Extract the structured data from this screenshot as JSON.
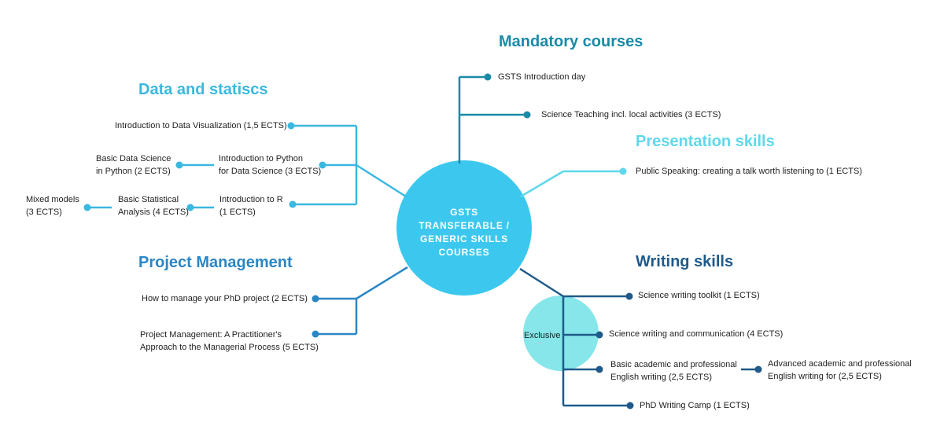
{
  "center": {
    "label_lines": [
      "GSTS",
      "TRANSFERABLE /",
      "GENERIC SKILLS",
      "COURSES"
    ]
  },
  "colors": {
    "center_circle": "#3cc8ee",
    "mandatory": "#1a8aa8",
    "data": "#3ab8e0",
    "presentation": "#5fd8ea",
    "project": "#2a86c4",
    "writing": "#1f5a8a",
    "exclusive_bubble": "#86e6ea"
  },
  "sections": {
    "mandatory": {
      "heading": "Mandatory courses",
      "items": [
        "GSTS Introduction day",
        "Science Teaching incl. local activities (3 ECTS)"
      ]
    },
    "data": {
      "heading": "Data and statiscs",
      "viz": "Introduction to Data Visualization (1,5 ECTS)",
      "python_intro": [
        "Introduction to Python",
        "for Data Science (3 ECTS)"
      ],
      "python_basic": [
        "Basic Data Science",
        "in Python (2 ECTS)"
      ],
      "r_intro": [
        "Introduction to R",
        "(1 ECTS)"
      ],
      "stat_basic": [
        "Basic Statistical",
        "Analysis (4 ECTS)"
      ],
      "mixed": [
        "Mixed models",
        "(3 ECTS)"
      ]
    },
    "presentation": {
      "heading": "Presentation skills",
      "items": [
        "Public Speaking: creating a talk worth listening to (1 ECTS)"
      ]
    },
    "project": {
      "heading": "Project Management",
      "manage": "How to manage your PhD project (2 ECTS)",
      "practitioner": [
        "Project Management: A Practitioner's",
        "Approach to the Managerial Process (5 ECTS)"
      ]
    },
    "writing": {
      "heading": "Writing skills",
      "exclusive": "Exclusive",
      "toolkit": "Science writing toolkit (1 ECTS)",
      "communication": "Science writing and communication (4 ECTS)",
      "basic_english": [
        "Basic academic and professional",
        "English writing (2,5 ECTS)"
      ],
      "advanced_english": [
        "Advanced academic and professional",
        "English writing for (2,5 ECTS)"
      ],
      "camp": "PhD Writing Camp (1 ECTS)"
    }
  }
}
